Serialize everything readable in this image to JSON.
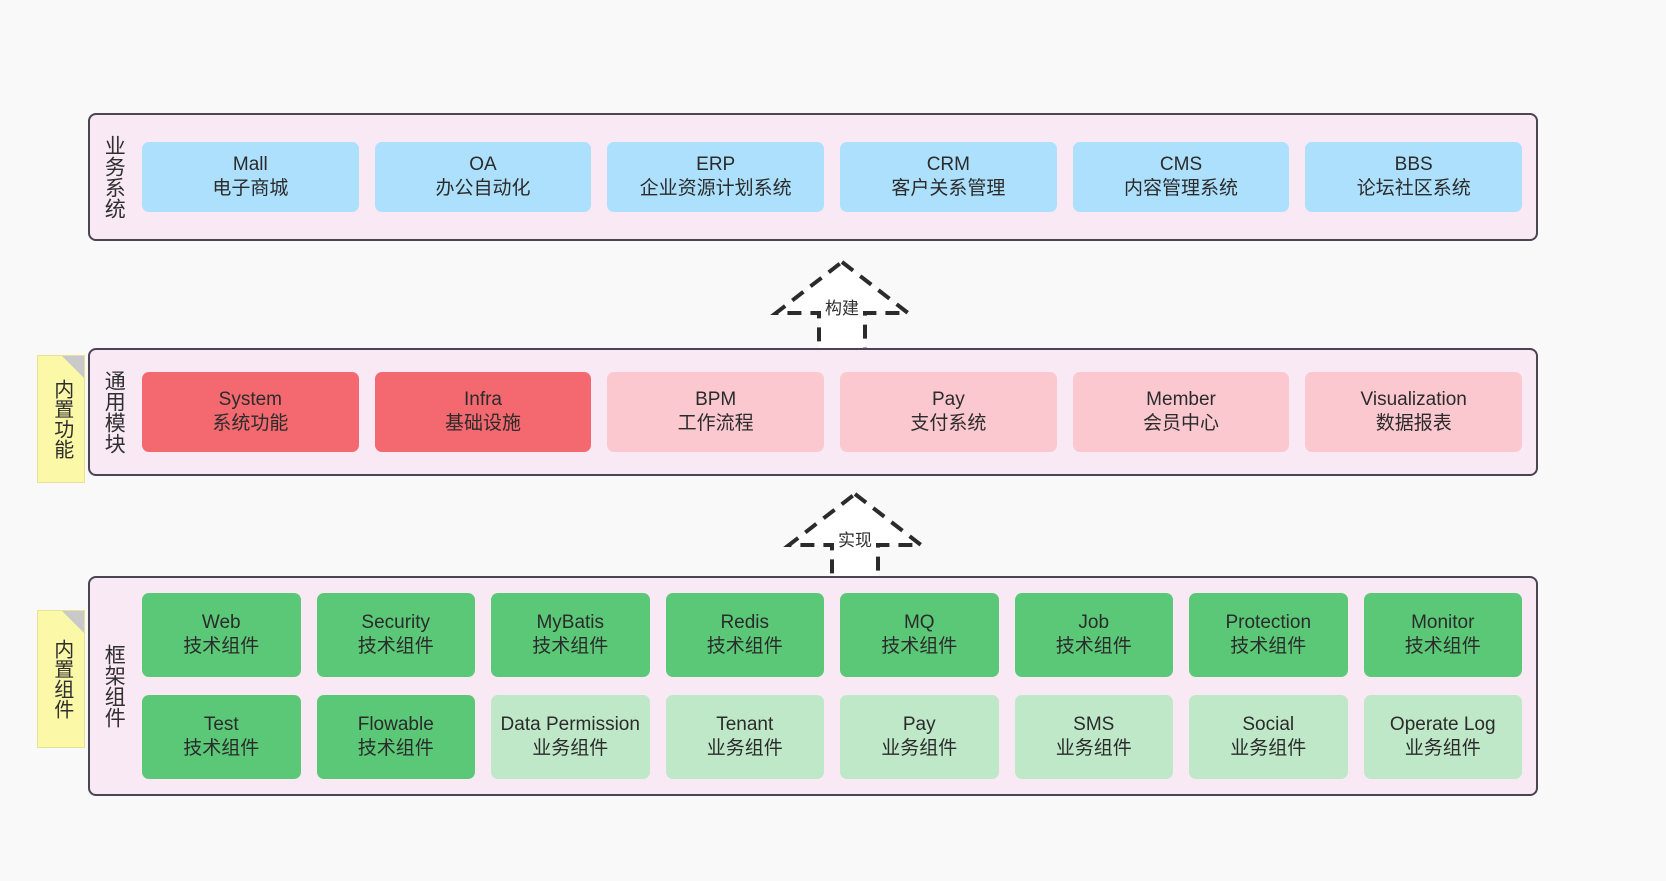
{
  "page": {
    "background": "#f9f9f9",
    "panel_background": "#f8e9f5",
    "panel_border": "#4a4453"
  },
  "notes": [
    {
      "name": "builtin-features",
      "text": "内置功能",
      "color": "#fbf9a8"
    },
    {
      "name": "builtin-components",
      "text": "内置组件",
      "color": "#fbf9a8"
    }
  ],
  "layers": [
    {
      "id": "business",
      "title": "业务系统",
      "rows": [
        [
          {
            "en": "Mall",
            "cn": "电子商城",
            "color": "#ade0fd"
          },
          {
            "en": "OA",
            "cn": "办公自动化",
            "color": "#ade0fd"
          },
          {
            "en": "ERP",
            "cn": "企业资源计划系统",
            "color": "#ade0fd"
          },
          {
            "en": "CRM",
            "cn": "客户关系管理",
            "color": "#ade0fd"
          },
          {
            "en": "CMS",
            "cn": "内容管理系统",
            "color": "#ade0fd"
          },
          {
            "en": "BBS",
            "cn": "论坛社区系统",
            "color": "#ade0fd"
          }
        ]
      ]
    },
    {
      "id": "common",
      "title": "通用模块",
      "rows": [
        [
          {
            "en": "System",
            "cn": "系统功能",
            "color": "#f4696f"
          },
          {
            "en": "Infra",
            "cn": "基础设施",
            "color": "#f4696f"
          },
          {
            "en": "BPM",
            "cn": "工作流程",
            "color": "#fbc8d0"
          },
          {
            "en": "Pay",
            "cn": "支付系统",
            "color": "#fbc8d0"
          },
          {
            "en": "Member",
            "cn": "会员中心",
            "color": "#fbc8d0"
          },
          {
            "en": "Visualization",
            "cn": "数据报表",
            "color": "#fbc8d0"
          }
        ]
      ]
    },
    {
      "id": "framework",
      "title": "框架组件",
      "rows": [
        [
          {
            "en": "Web",
            "cn": "技术组件",
            "color": "#5bc878"
          },
          {
            "en": "Security",
            "cn": "技术组件",
            "color": "#5bc878"
          },
          {
            "en": "MyBatis",
            "cn": "技术组件",
            "color": "#5bc878"
          },
          {
            "en": "Redis",
            "cn": "技术组件",
            "color": "#5bc878"
          },
          {
            "en": "MQ",
            "cn": "技术组件",
            "color": "#5bc878"
          },
          {
            "en": "Job",
            "cn": "技术组件",
            "color": "#5bc878"
          },
          {
            "en": "Protection",
            "cn": "技术组件",
            "color": "#5bc878"
          },
          {
            "en": "Monitor",
            "cn": "技术组件",
            "color": "#5bc878"
          }
        ],
        [
          {
            "en": "Test",
            "cn": "技术组件",
            "color": "#5bc878"
          },
          {
            "en": "Flowable",
            "cn": "技术组件",
            "color": "#5bc878"
          },
          {
            "en": "Data Permission",
            "cn": "业务组件",
            "color": "#bfe8c9"
          },
          {
            "en": "Tenant",
            "cn": "业务组件",
            "color": "#bfe8c9"
          },
          {
            "en": "Pay",
            "cn": "业务组件",
            "color": "#bfe8c9"
          },
          {
            "en": "SMS",
            "cn": "业务组件",
            "color": "#bfe8c9"
          },
          {
            "en": "Social",
            "cn": "业务组件",
            "color": "#bfe8c9"
          },
          {
            "en": "Operate Log",
            "cn": "业务组件",
            "color": "#bfe8c9"
          }
        ]
      ]
    }
  ],
  "arrows": [
    {
      "id": "build",
      "label": "构建"
    },
    {
      "id": "implement",
      "label": "实现"
    }
  ]
}
